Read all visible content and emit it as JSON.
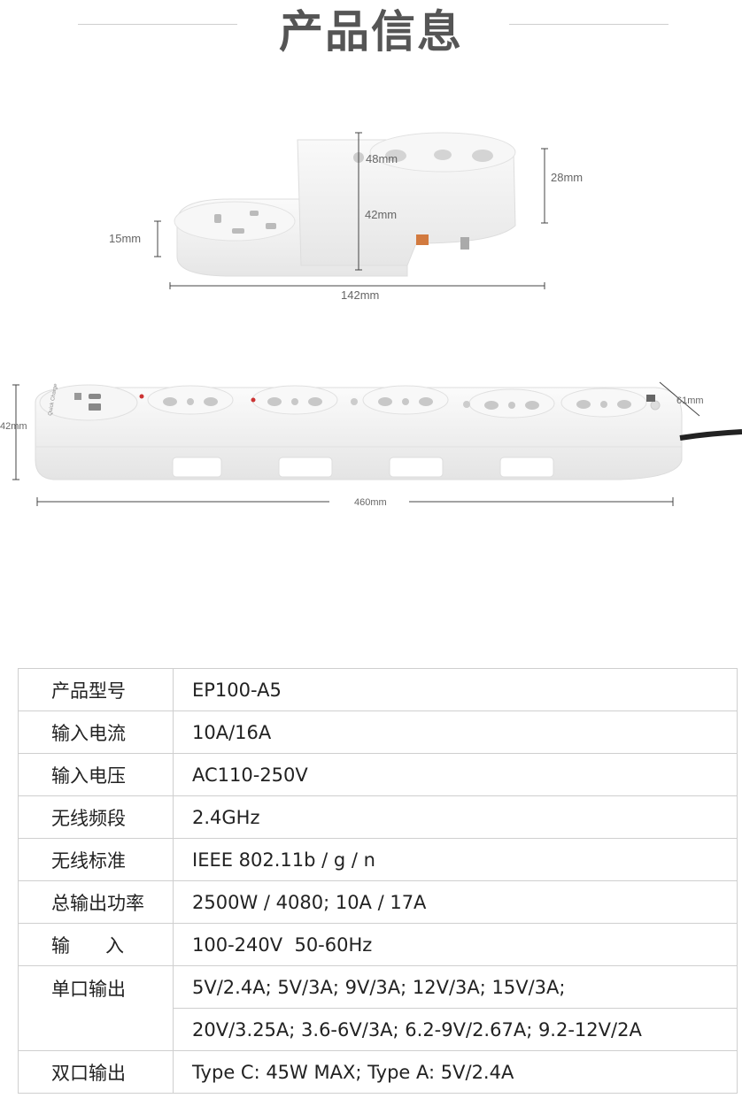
{
  "header": {
    "title": "产品信息"
  },
  "figure_top": {
    "dimensions": {
      "depth": "48mm",
      "height_total": "42mm",
      "height_right": "28mm",
      "height_left": "15mm",
      "length": "142mm"
    }
  },
  "figure_bottom": {
    "dimensions": {
      "height": "42mm",
      "width": "61mm",
      "length": "460mm"
    },
    "usb_panel_text": "Quick Charge"
  },
  "specs": {
    "rows": [
      {
        "label": "产品型号",
        "value": "EP100-A5"
      },
      {
        "label": "输入电流",
        "value": "10A/16A"
      },
      {
        "label": "输入电压",
        "value": "AC110-250V"
      },
      {
        "label": "无线频段",
        "value": "2.4GHz"
      },
      {
        "label": "无线标准",
        "value": "IEEE 802.11b / g / n"
      },
      {
        "label": "总输出功率",
        "value": "2500W / 4080; 10A / 17A"
      },
      {
        "label": "输      入",
        "value": "100-240V  50-60Hz"
      },
      {
        "label": "单口输出",
        "value": "5V/2.4A; 5V/3A; 9V/3A; 12V/3A; 15V/3A;",
        "value2": "20V/3.25A; 3.6-6V/3A; 6.2-9V/2.67A; 9.2-12V/2A"
      },
      {
        "label": "双口输出",
        "value": "Type C: 45W MAX; Type A: 5V/2.4A"
      }
    ]
  }
}
